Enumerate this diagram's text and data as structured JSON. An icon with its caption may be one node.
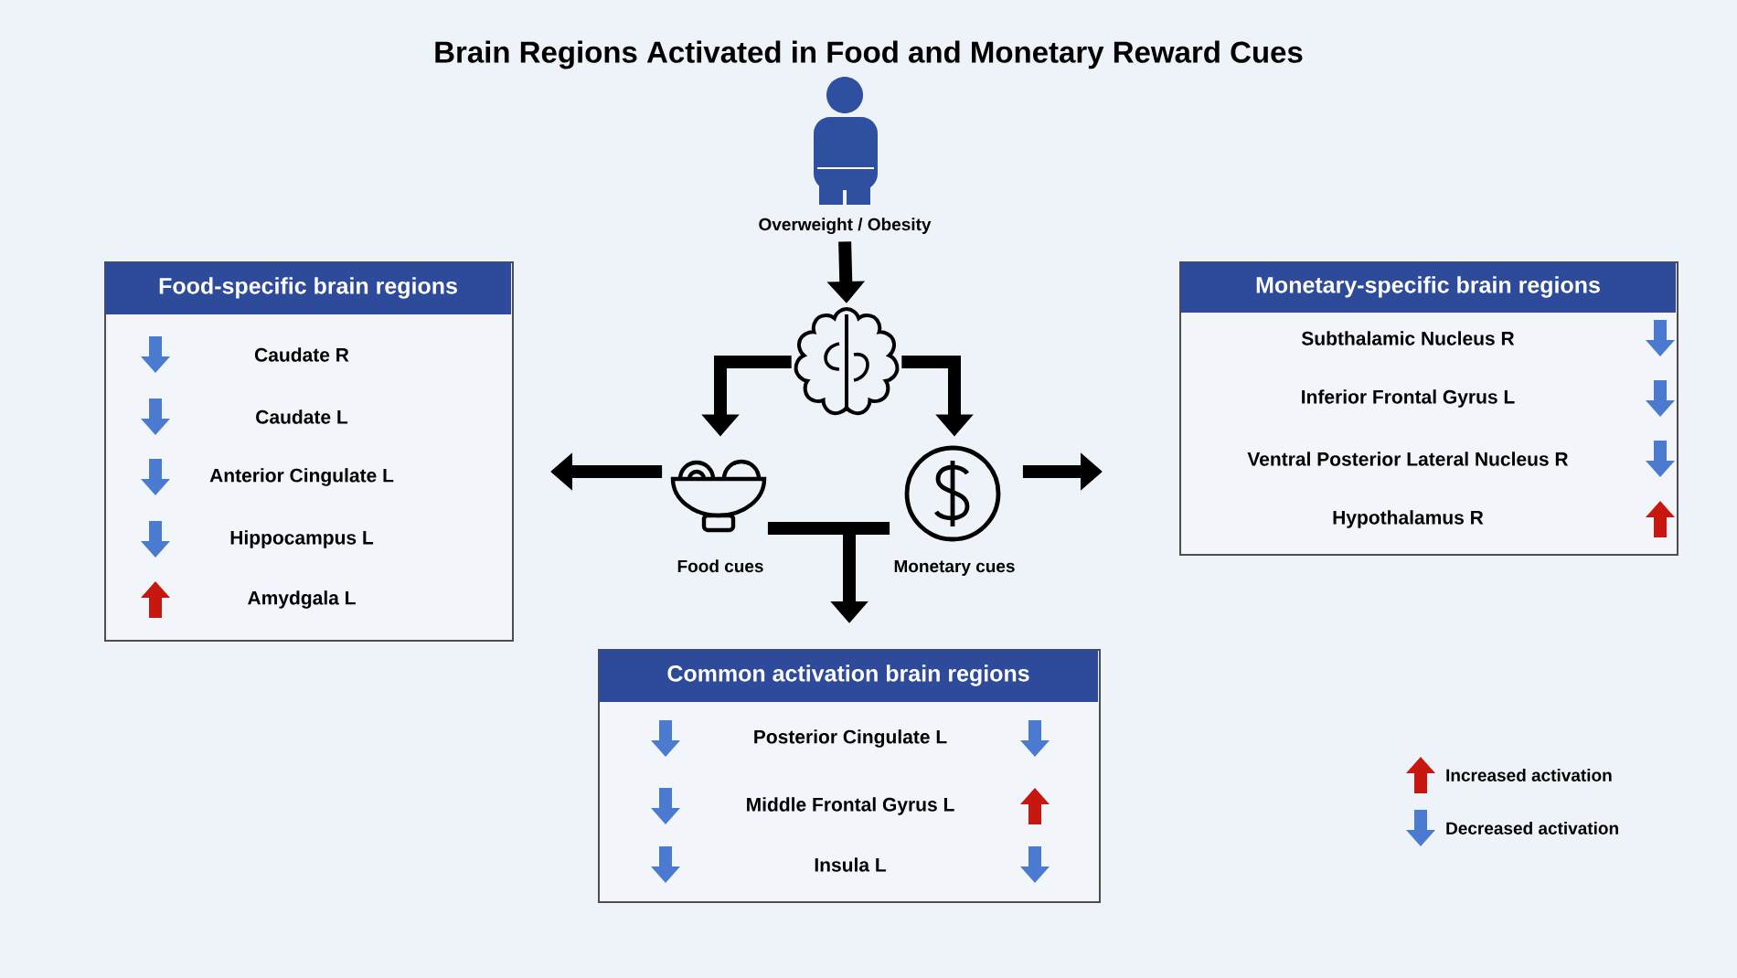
{
  "diagram": {
    "title": "Brain Regions Activated in Food and Monetary Reward Cues",
    "nodes": [
      {
        "text": [
          "Overweight / Obesity"
        ]
      },
      {
        "text": [],
        "shape": "brain"
      },
      {
        "text": [
          "Food cues"
        ]
      },
      {
        "text": [
          "Monetary cues"
        ]
      },
      {
        "text": [
          "Food-specific brain regions",
          "Caudate R",
          "Caudate L",
          "Anterior Cingulate L",
          "Hippocampus L",
          "Amydgala L"
        ]
      },
      {
        "text": [
          "Monetary-specific brain regions",
          "Subthalamic Nucleus R",
          "Inferior Frontal Gyrus L",
          "Ventral Posterior Lateral Nucleus R",
          "Hypothalamus R"
        ]
      },
      {
        "text": [
          "Common activation brain regions",
          "Posterior Cingulate L",
          "Middle Frontal Gyrus L",
          "Insula L"
        ]
      }
    ],
    "edges": [
      {
        "from": 0,
        "to": 1,
        "arrow": "to"
      },
      {
        "from": 1,
        "to": 2,
        "arrow": "to"
      },
      {
        "from": 1,
        "to": 3,
        "arrow": "to"
      },
      {
        "from": 2,
        "to": 4,
        "arrow": "to"
      },
      {
        "from": 3,
        "to": 5,
        "arrow": "to"
      },
      {
        "from": 2,
        "to": 6,
        "arrow": "to"
      },
      {
        "from": 3,
        "to": 6,
        "arrow": "to"
      }
    ],
    "legend": [
      {
        "text": "Increased activation",
        "color": "#c8170e"
      },
      {
        "text": "Decreased activation",
        "color": "#4a7bd0"
      }
    ]
  }
}
